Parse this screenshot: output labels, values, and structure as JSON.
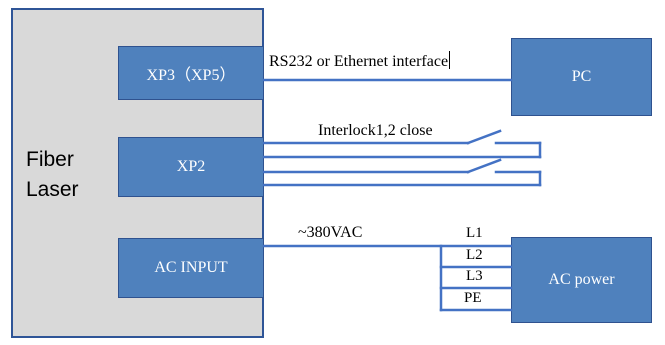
{
  "laser": {
    "label_line1": "Fiber",
    "label_line2": "Laser"
  },
  "ports": {
    "xp3": "XP3（XP5）",
    "xp2": "XP2",
    "ac_input": "AC INPUT"
  },
  "devices": {
    "pc": "PC",
    "ac_power": "AC power"
  },
  "connections": {
    "data_link": "RS232 or Ethernet interface",
    "interlock": "Interlock1,2 close",
    "voltage": "~380VAC",
    "phases": [
      "L1",
      "L2",
      "L3",
      "PE"
    ]
  },
  "colors": {
    "box_fill": "#4f81bd",
    "box_border": "#2f528f",
    "laser_fill": "#d9d9d9",
    "wire": "#4472c4"
  }
}
